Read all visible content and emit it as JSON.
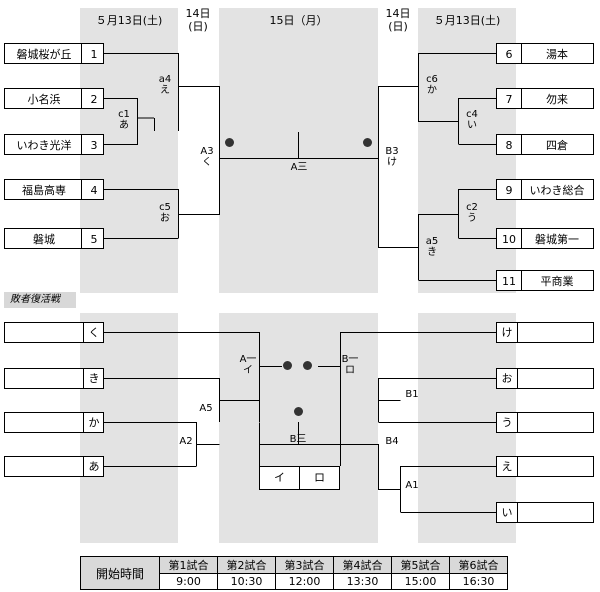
{
  "headers": {
    "left_date": "５月13日(土)",
    "day14": "14日",
    "day14_weekday": "(日)",
    "day15": "15日（月）",
    "right_date": "５月13日(土)"
  },
  "left_teams": [
    {
      "name": "磐城桜が丘",
      "num": "1"
    },
    {
      "name": "小名浜",
      "num": "2"
    },
    {
      "name": "いわき光洋",
      "num": "3"
    },
    {
      "name": "福島高専",
      "num": "4"
    },
    {
      "name": "磐城",
      "num": "5"
    }
  ],
  "right_teams": [
    {
      "num": "6",
      "name": "湯本"
    },
    {
      "num": "7",
      "name": "勿来"
    },
    {
      "num": "8",
      "name": "四倉"
    },
    {
      "num": "9",
      "name": "いわき総合"
    },
    {
      "num": "10",
      "name": "磐城第一"
    },
    {
      "num": "11",
      "name": "平商業"
    }
  ],
  "game_labels": {
    "c1": "c1",
    "c1_k": "あ",
    "a4": "a4",
    "a4_k": "え",
    "c5": "c5",
    "c5_k": "お",
    "a3": "A3",
    "a3_k": "く",
    "a_final": "A三",
    "b3": "B3",
    "b3_k": "け",
    "c6": "c6",
    "c6_k": "か",
    "c4": "c4",
    "c4_k": "い",
    "c2": "c2",
    "c2_k": "う",
    "a5": "a5",
    "a5_k": "き"
  },
  "repechage_title": "敗者復活戦",
  "rep_left": [
    "く",
    "き",
    "か",
    "あ"
  ],
  "rep_right": [
    "け",
    "お",
    "う",
    "え",
    "い"
  ],
  "rep_labels": {
    "A1": "A一",
    "A1_k": "イ",
    "A5": "A5",
    "A2": "A2",
    "B1top": "B一",
    "B1top_k": "ロ",
    "B1": "B1",
    "B4": "B4",
    "A1r": "A1",
    "B3final": "B三",
    "final_left": "イ",
    "final_right": "ロ"
  },
  "schedule": {
    "header": "開始時間",
    "games": [
      "第1試合",
      "第2試合",
      "第3試合",
      "第4試合",
      "第5試合",
      "第6試合"
    ],
    "times": [
      "9:00",
      "10:30",
      "12:00",
      "13:30",
      "15:00",
      "16:30"
    ]
  }
}
